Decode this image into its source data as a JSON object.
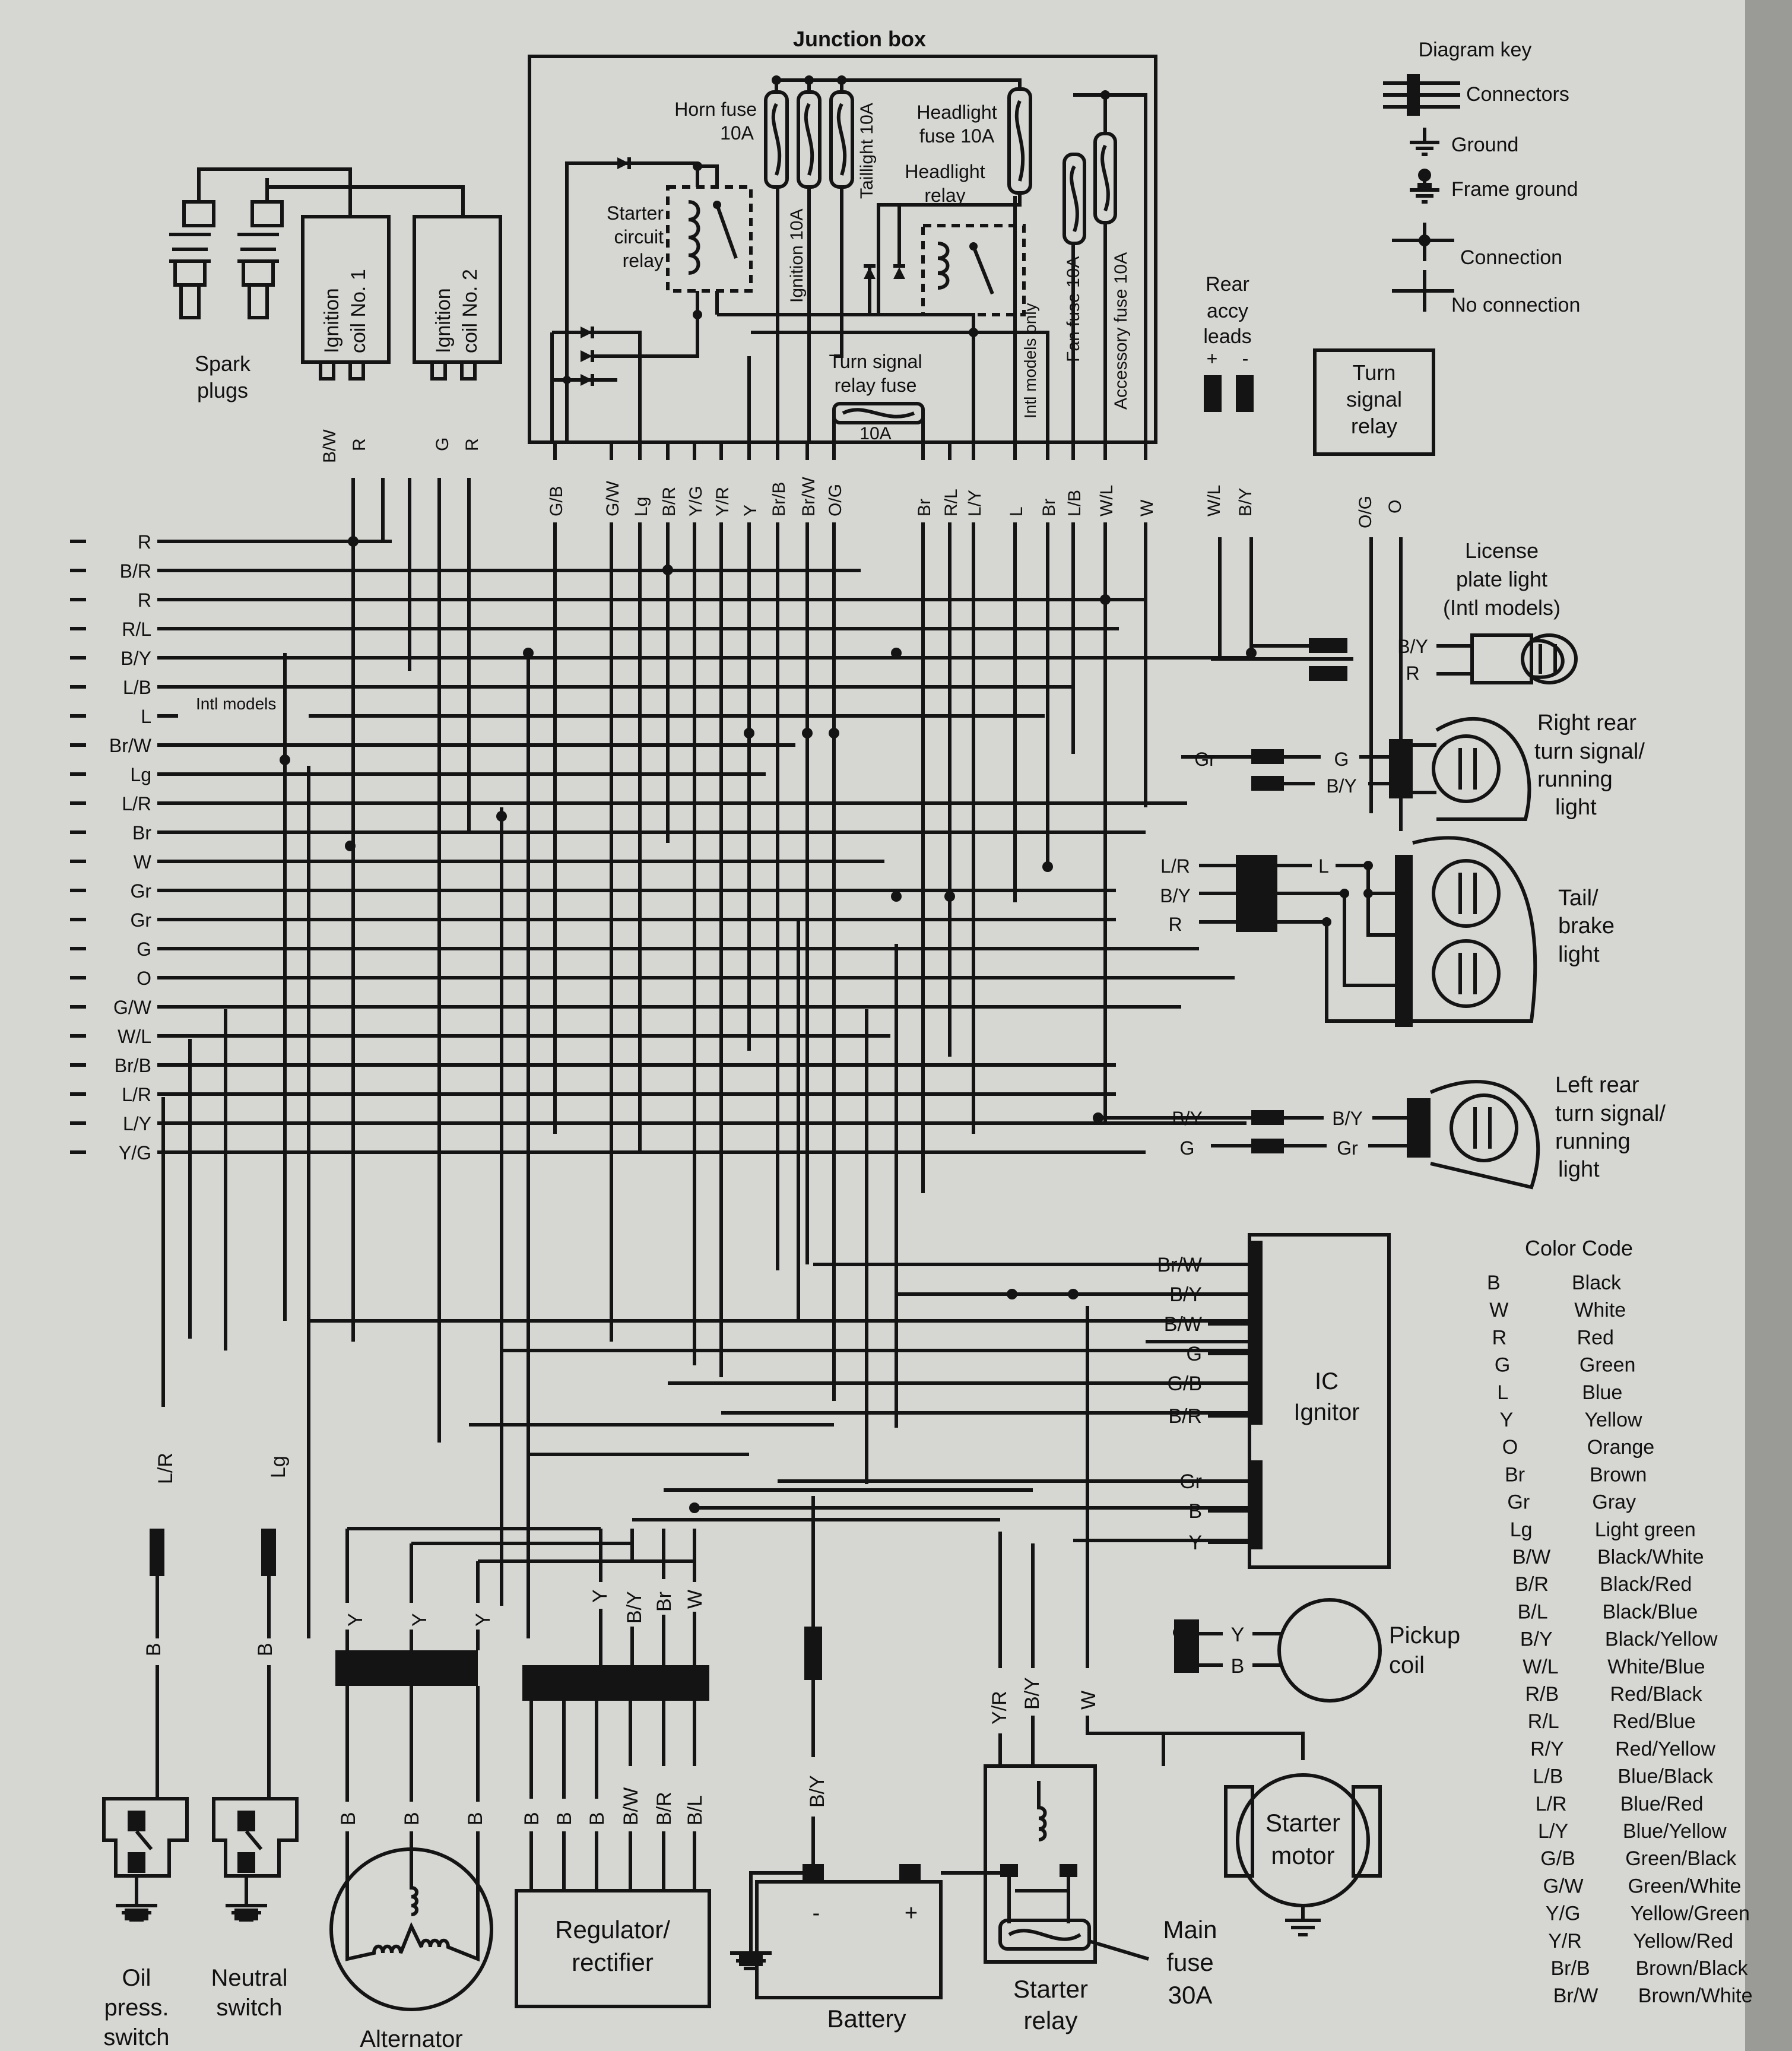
{
  "junction_box": {
    "title": "Junction box",
    "horn_fuse": "Horn fuse",
    "horn_fuse_amp": "10A",
    "ignition_fuse": "Ignition 10A",
    "taillight_fuse": "Taillight 10A",
    "headlight_fuse": "Headlight",
    "headlight_fuse_amp": "fuse 10A",
    "headlight_relay": "Headlight",
    "headlight_relay_2": "relay",
    "starter_circuit": "Starter",
    "starter_circuit_2": "circuit",
    "starter_circuit_3": "relay",
    "turn_fuse": "Turn signal",
    "turn_fuse_2": "relay fuse",
    "turn_fuse_amp": "10A",
    "intl_only": "Intl models only",
    "fan_fuse": "Fan fuse 10A",
    "accessory_fuse": "Accessory fuse 10A",
    "bottom_wires": [
      "G/B",
      "G/W",
      "Lg",
      "B/R",
      "Y/G",
      "Y/R",
      "Y",
      "Br/B",
      "Br/W",
      "O/G",
      "Br",
      "R/L",
      "L/Y",
      "L",
      "Br",
      "L/B",
      "W/L",
      "W"
    ]
  },
  "diagram_key": {
    "title": "Diagram key",
    "connectors": "Connectors",
    "ground": "Ground",
    "frame_ground": "Frame ground",
    "connection": "Connection",
    "no_connection": "No connection"
  },
  "ignition": {
    "spark_plugs": "Spark",
    "spark_plugs_2": "plugs",
    "coil1": "Ignition",
    "coil1_2": "coil No. 1",
    "coil2": "Ignition",
    "coil2_2": "coil No. 2",
    "wires": [
      "B/W",
      "R",
      "G",
      "R"
    ]
  },
  "rear_accy": {
    "label": "Rear",
    "label_2": "accy",
    "label_3": "leads",
    "plus": "+",
    "minus": "-",
    "wires": [
      "W/L",
      "B/Y"
    ]
  },
  "turn_signal_relay": {
    "label": "Turn",
    "label_2": "signal",
    "label_3": "relay",
    "wires": [
      "O/G",
      "O"
    ]
  },
  "left_harness": {
    "labels": [
      "R",
      "B/R",
      "R",
      "R/L",
      "B/Y",
      "L/B",
      "L",
      "Br/W",
      "Lg",
      "L/R",
      "Br",
      "W",
      "Gr",
      "Gr",
      "G",
      "O",
      "G/W",
      "W/L",
      "Br/B",
      "L/R",
      "L/Y",
      "Y/G"
    ],
    "intl_models": "Intl models"
  },
  "license_light": {
    "label": "License",
    "label_2": "plate light",
    "label_3": "(Intl models)",
    "wires": [
      "B/Y",
      "R"
    ]
  },
  "right_turn": {
    "label": "Right rear",
    "label_2": "turn signal/",
    "label_3": "running",
    "label_4": "light",
    "in_wire": "Gr",
    "wires": [
      "G",
      "B/Y"
    ]
  },
  "tail_light": {
    "label": "Tail/",
    "label_2": "brake",
    "label_3": "light",
    "wires": [
      "L/R",
      "B/Y",
      "R"
    ],
    "out_wire": "L"
  },
  "left_turn": {
    "label": "Left rear",
    "label_2": "turn signal/",
    "label_3": "running",
    "label_4": "light",
    "in_wires": [
      "B/Y",
      "G"
    ],
    "wires": [
      "B/Y",
      "Gr"
    ]
  },
  "ic_ignitor": {
    "label": "IC",
    "label_2": "Ignitor",
    "wires_top": [
      "Br/W",
      "B/Y",
      "B/W",
      "G",
      "G/B",
      "B/R"
    ],
    "wires_bottom": [
      "Gr",
      "B",
      "Y"
    ]
  },
  "pickup_coil": {
    "label": "Pickup",
    "label_2": "coil",
    "wires": [
      "Y",
      "B"
    ]
  },
  "color_code": {
    "title": "Color Code",
    "entries": [
      [
        "B",
        "Black"
      ],
      [
        "W",
        "White"
      ],
      [
        "R",
        "Red"
      ],
      [
        "G",
        "Green"
      ],
      [
        "L",
        "Blue"
      ],
      [
        "Y",
        "Yellow"
      ],
      [
        "O",
        "Orange"
      ],
      [
        "Br",
        "Brown"
      ],
      [
        "Gr",
        "Gray"
      ],
      [
        "Lg",
        "Light green"
      ],
      [
        "B/W",
        "Black/White"
      ],
      [
        "B/R",
        "Black/Red"
      ],
      [
        "B/L",
        "Black/Blue"
      ],
      [
        "B/Y",
        "Black/Yellow"
      ],
      [
        "W/L",
        "White/Blue"
      ],
      [
        "R/B",
        "Red/Black"
      ],
      [
        "R/L",
        "Red/Blue"
      ],
      [
        "R/Y",
        "Red/Yellow"
      ],
      [
        "L/B",
        "Blue/Black"
      ],
      [
        "L/R",
        "Blue/Red"
      ],
      [
        "L/Y",
        "Blue/Yellow"
      ],
      [
        "G/B",
        "Green/Black"
      ],
      [
        "G/W",
        "Green/White"
      ],
      [
        "Y/G",
        "Yellow/Green"
      ],
      [
        "Y/R",
        "Yellow/Red"
      ],
      [
        "Br/B",
        "Brown/Black"
      ],
      [
        "Br/W",
        "Brown/White"
      ]
    ]
  },
  "bottom": {
    "oil_wires": [
      "L/R",
      "B"
    ],
    "oil_label": "Oil",
    "oil_label_2": "press.",
    "oil_label_3": "switch",
    "neutral_wires": [
      "Lg",
      "B"
    ],
    "neutral_label": "Neutral",
    "neutral_label_2": "switch",
    "alt_top": [
      "Y",
      "Y",
      "Y"
    ],
    "alt_bottom": [
      "B",
      "B",
      "B"
    ],
    "alternator": "Alternator",
    "reg_top": [
      "Y",
      "B/Y",
      "Br",
      "W"
    ],
    "reg_bottom": [
      "B",
      "B",
      "B",
      "B/W",
      "B/R",
      "B/L"
    ],
    "regulator": "Regulator/",
    "regulator_2": "rectifier",
    "battery_wire": "B/Y",
    "battery": "Battery",
    "battery_minus": "-",
    "battery_plus": "+",
    "starter_relay_wires": [
      "Y/R",
      "B/Y",
      "W"
    ],
    "starter_relay": "Starter",
    "starter_relay_2": "relay",
    "main_fuse": "Main",
    "main_fuse_2": "fuse",
    "main_fuse_3": "30A",
    "starter_motor": "Starter",
    "starter_motor_2": "motor"
  }
}
